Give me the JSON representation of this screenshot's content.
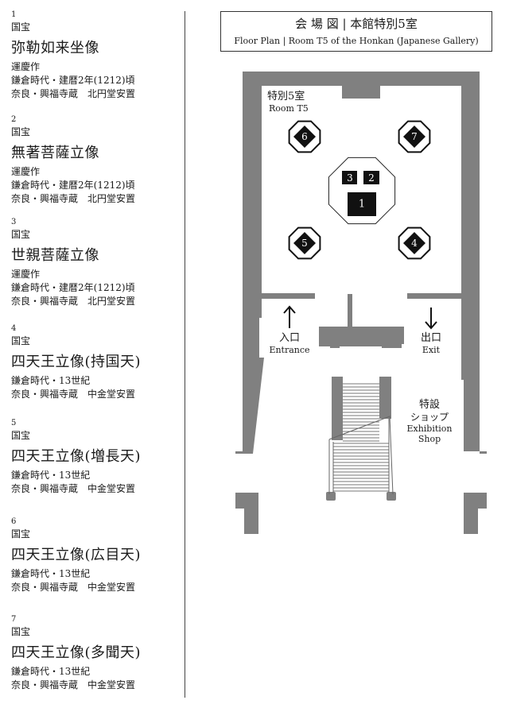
{
  "items": [
    {
      "number": "1",
      "rank": "国宝",
      "title": "弥勒如来坐像",
      "lines": [
        "運慶作",
        "鎌倉時代・建暦2年(1212)頃",
        "奈良・興福寺蔵　北円堂安置"
      ]
    },
    {
      "number": "2",
      "rank": "国宝",
      "title": "無著菩薩立像",
      "lines": [
        "運慶作",
        "鎌倉時代・建暦2年(1212)頃",
        "奈良・興福寺蔵　北円堂安置"
      ]
    },
    {
      "number": "3",
      "rank": "国宝",
      "title": "世親菩薩立像",
      "lines": [
        "運慶作",
        "鎌倉時代・建暦2年(1212)頃",
        "奈良・興福寺蔵　北円堂安置"
      ]
    },
    {
      "number": "4",
      "rank": "国宝",
      "title": "四天王立像(持国天)",
      "lines": [
        "鎌倉時代・13世紀",
        "奈良・興福寺蔵　中金堂安置"
      ]
    },
    {
      "number": "5",
      "rank": "国宝",
      "title": "四天王立像(増長天)",
      "lines": [
        "鎌倉時代・13世紀",
        "奈良・興福寺蔵　中金堂安置"
      ]
    },
    {
      "number": "6",
      "rank": "国宝",
      "title": "四天王立像(広目天)",
      "lines": [
        "鎌倉時代・13世紀",
        "奈良・興福寺蔵　中金堂安置"
      ]
    },
    {
      "number": "7",
      "rank": "国宝",
      "title": "四天王立像(多聞天)",
      "lines": [
        "鎌倉時代・13世紀",
        "奈良・興福寺蔵　中金堂安置"
      ]
    }
  ],
  "map": {
    "title_ja": "会 場 図 | 本館特別5室",
    "title_en": "Floor Plan | Room T5 of the Honkan (Japanese Gallery)",
    "room_ja": "特別5室",
    "room_en": "Room T5",
    "entrance_ja": "入口",
    "entrance_en": "Entrance",
    "exit_ja": "出口",
    "exit_en": "Exit",
    "shop_ja1": "特設",
    "shop_ja2": "ショップ",
    "shop_en1": "Exhibition",
    "shop_en2": "Shop",
    "markers": [
      "1",
      "2",
      "3",
      "4",
      "5",
      "6",
      "7"
    ],
    "wall_color": "#808080"
  }
}
